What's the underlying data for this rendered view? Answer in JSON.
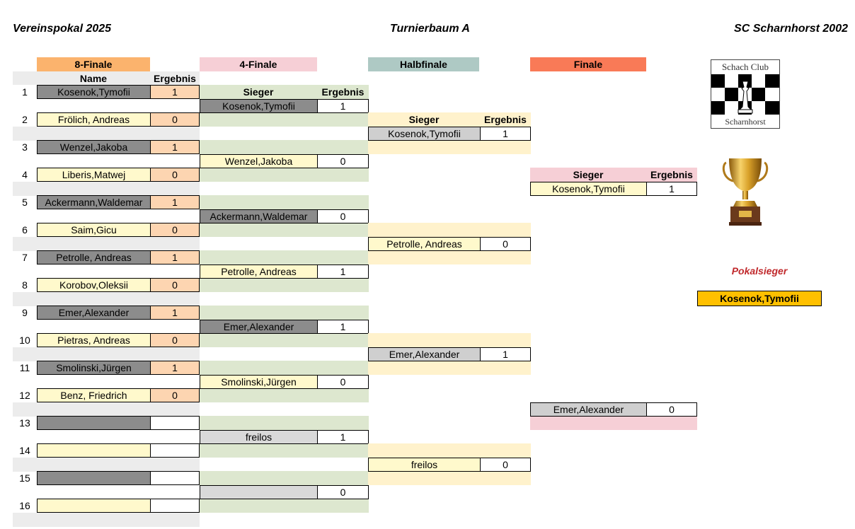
{
  "header": {
    "left": "Vereinspokal 2025",
    "center": "Turnierbaum A",
    "right": "SC Scharnhorst 2002"
  },
  "rounds": {
    "r16": "8-Finale",
    "r8": "4-Finale",
    "semi": "Halbfinale",
    "final": "Finale"
  },
  "col_headers": {
    "name": "Name",
    "ergebnis": "Ergebnis",
    "sieger": "Sieger"
  },
  "r16_players": [
    {
      "num": "1",
      "name": "Kosenok,Tymofii",
      "result": "1"
    },
    {
      "num": "2",
      "name": "Frölich, Andreas",
      "result": "0"
    },
    {
      "num": "3",
      "name": "Wenzel,Jakoba",
      "result": "1"
    },
    {
      "num": "4",
      "name": "Liberis,Matwej",
      "result": "0"
    },
    {
      "num": "5",
      "name": "Ackermann,Waldemar",
      "result": "1"
    },
    {
      "num": "6",
      "name": "Saim,Gicu",
      "result": "0"
    },
    {
      "num": "7",
      "name": "Petrolle, Andreas",
      "result": "1"
    },
    {
      "num": "8",
      "name": "Korobov,Oleksii",
      "result": "0"
    },
    {
      "num": "9",
      "name": "Emer,Alexander",
      "result": "1"
    },
    {
      "num": "10",
      "name": "Pietras, Andreas",
      "result": "0"
    },
    {
      "num": "11",
      "name": "Smolinski,Jürgen",
      "result": "1"
    },
    {
      "num": "12",
      "name": "Benz, Friedrich",
      "result": "0"
    },
    {
      "num": "13",
      "name": "",
      "result": ""
    },
    {
      "num": "14",
      "name": "",
      "result": ""
    },
    {
      "num": "15",
      "name": "",
      "result": ""
    },
    {
      "num": "16",
      "name": "",
      "result": ""
    }
  ],
  "r8_winners": [
    {
      "name": "Kosenok,Tymofii",
      "result": "1"
    },
    {
      "name": "Wenzel,Jakoba",
      "result": "0"
    },
    {
      "name": "Ackermann,Waldemar",
      "result": "0"
    },
    {
      "name": "Petrolle, Andreas",
      "result": "1"
    },
    {
      "name": "Emer,Alexander",
      "result": "1"
    },
    {
      "name": "Smolinski,Jürgen",
      "result": "0"
    },
    {
      "name": "freilos",
      "result": "1"
    },
    {
      "name": "",
      "result": "0"
    }
  ],
  "semi_winners": [
    {
      "name": "Kosenok,Tymofii",
      "result": "1"
    },
    {
      "name": "Petrolle, Andreas",
      "result": "0"
    },
    {
      "name": "Emer,Alexander",
      "result": "1"
    },
    {
      "name": "freilos",
      "result": "0"
    }
  ],
  "final_winners": [
    {
      "name": "Kosenok,Tymofii",
      "result": "1"
    },
    {
      "name": "Emer,Alexander",
      "result": "0"
    }
  ],
  "logo": {
    "top_text": "Schach Club",
    "bottom_text": "Scharnhorst"
  },
  "champion": {
    "label": "Pokalsieger",
    "name": "Kosenok,Tymofii"
  },
  "colors": {
    "r16_header": "#fbb36d",
    "r8_header": "#f6cfd6",
    "semi_header": "#aec9c4",
    "final_header": "#f97a57",
    "champion_box": "#ffc000",
    "champion_label": "#c0282b"
  }
}
